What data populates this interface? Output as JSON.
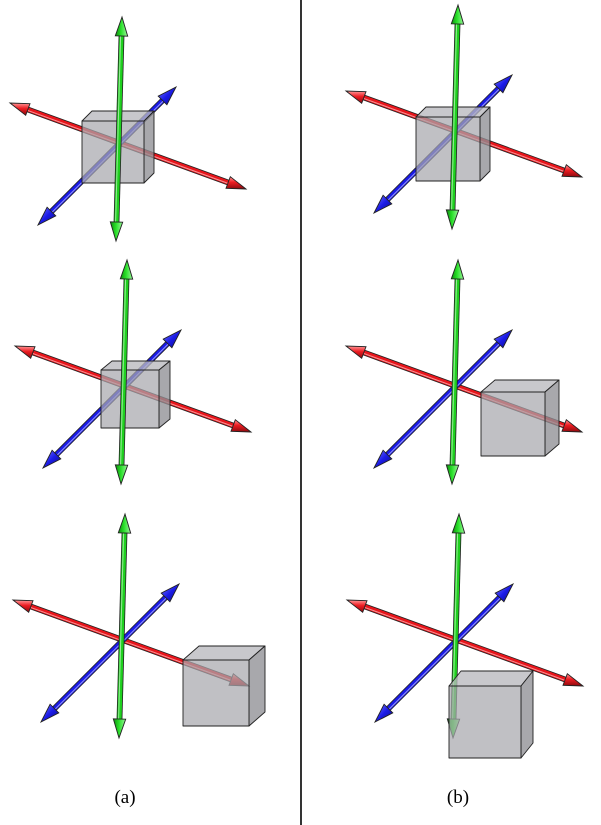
{
  "captions": {
    "left": "(a)",
    "right": "(b)"
  },
  "colors": {
    "x_axis": "#e8151b",
    "y_axis": "#1fd11f",
    "z_axis": "#1a1ae6",
    "cube_fill": "#a8a8ad",
    "cube_stroke": "#222222",
    "divider": "#000000"
  },
  "figure": {
    "columns": [
      {
        "name": "a",
        "panels": [
          {
            "cube": "at-origin"
          },
          {
            "cube": "shifted-slightly"
          },
          {
            "cube": "on-x-axis-tip"
          }
        ]
      },
      {
        "name": "b",
        "panels": [
          {
            "cube": "at-origin"
          },
          {
            "cube": "on-x-axis"
          },
          {
            "cube": "below-origin"
          }
        ]
      }
    ]
  }
}
